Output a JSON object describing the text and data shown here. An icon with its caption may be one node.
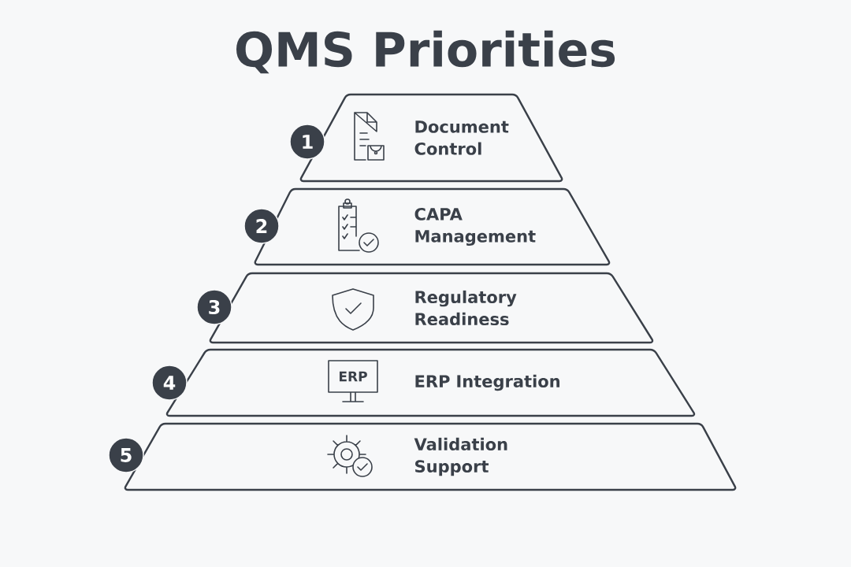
{
  "diagram": {
    "title": "QMS Priorities",
    "nodes": [
      {
        "text": [
          "1"
        ]
      },
      {
        "text": [
          "Document Control"
        ]
      },
      {
        "text": [
          "2"
        ]
      },
      {
        "text": [
          "CAPA Management"
        ]
      },
      {
        "text": [
          "3"
        ]
      },
      {
        "text": [
          "Regulatory Readiness"
        ]
      },
      {
        "text": [
          "4"
        ]
      },
      {
        "text": [
          "ERP",
          "ERP Integration"
        ]
      },
      {
        "text": [
          "5"
        ]
      },
      {
        "text": [
          "Validation Support"
        ]
      }
    ]
  }
}
